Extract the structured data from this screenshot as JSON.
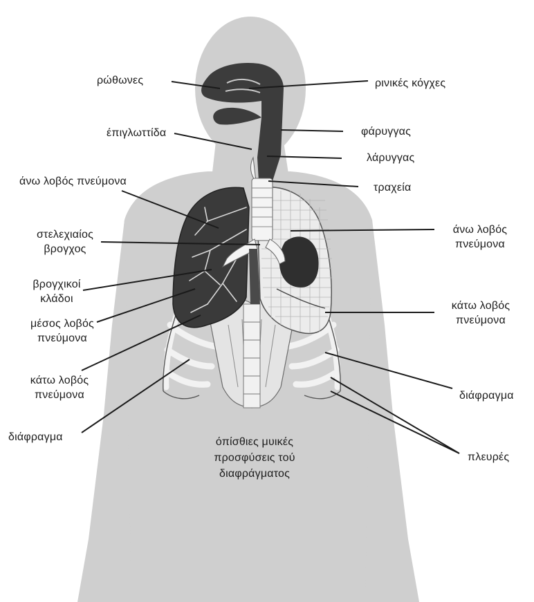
{
  "labels": {
    "nostrils": "ρώθωνες",
    "nasal_conchae": "ρινικές κόγχες",
    "epiglottis": "έπιγλωττίδα",
    "pharynx": "φάρυγγας",
    "larynx": "λάρυγγας",
    "trachea": "τραχεία",
    "upper_lobe_left_side": "άνω λοβός πνεύμονα",
    "main_bronchus": [
      "στελεχιαίος",
      "βρογχος"
    ],
    "bronchial_branches": [
      "βρογχικοί",
      "κλάδοι"
    ],
    "middle_lobe": [
      "μέσος λοβός",
      "πνεύμονα"
    ],
    "lower_lobe_left_side": [
      "κάτω λοβός",
      "πνεύμονα"
    ],
    "diaphragm_left": "διάφραγμα",
    "upper_lobe_right_side": [
      "άνω λοβός",
      "πνεύμονα"
    ],
    "lower_lobe_right_side": [
      "κάτω λοβός",
      "πνεύμονα"
    ],
    "diaphragm_right": "διάφραγμα",
    "ribs": "πλευρές",
    "diaphragm_muscle": [
      "όπίσθιες μυικές",
      "προσφύσεις τού",
      "διαφράγματος"
    ]
  },
  "colors": {
    "silhouette": "#cfcfcf",
    "airway": "#3c3c3c",
    "lung_dark": "#3a3a3a",
    "lung_light": "#ececec",
    "leader_line": "#1a1a1a",
    "text": "#1c1c1c"
  }
}
